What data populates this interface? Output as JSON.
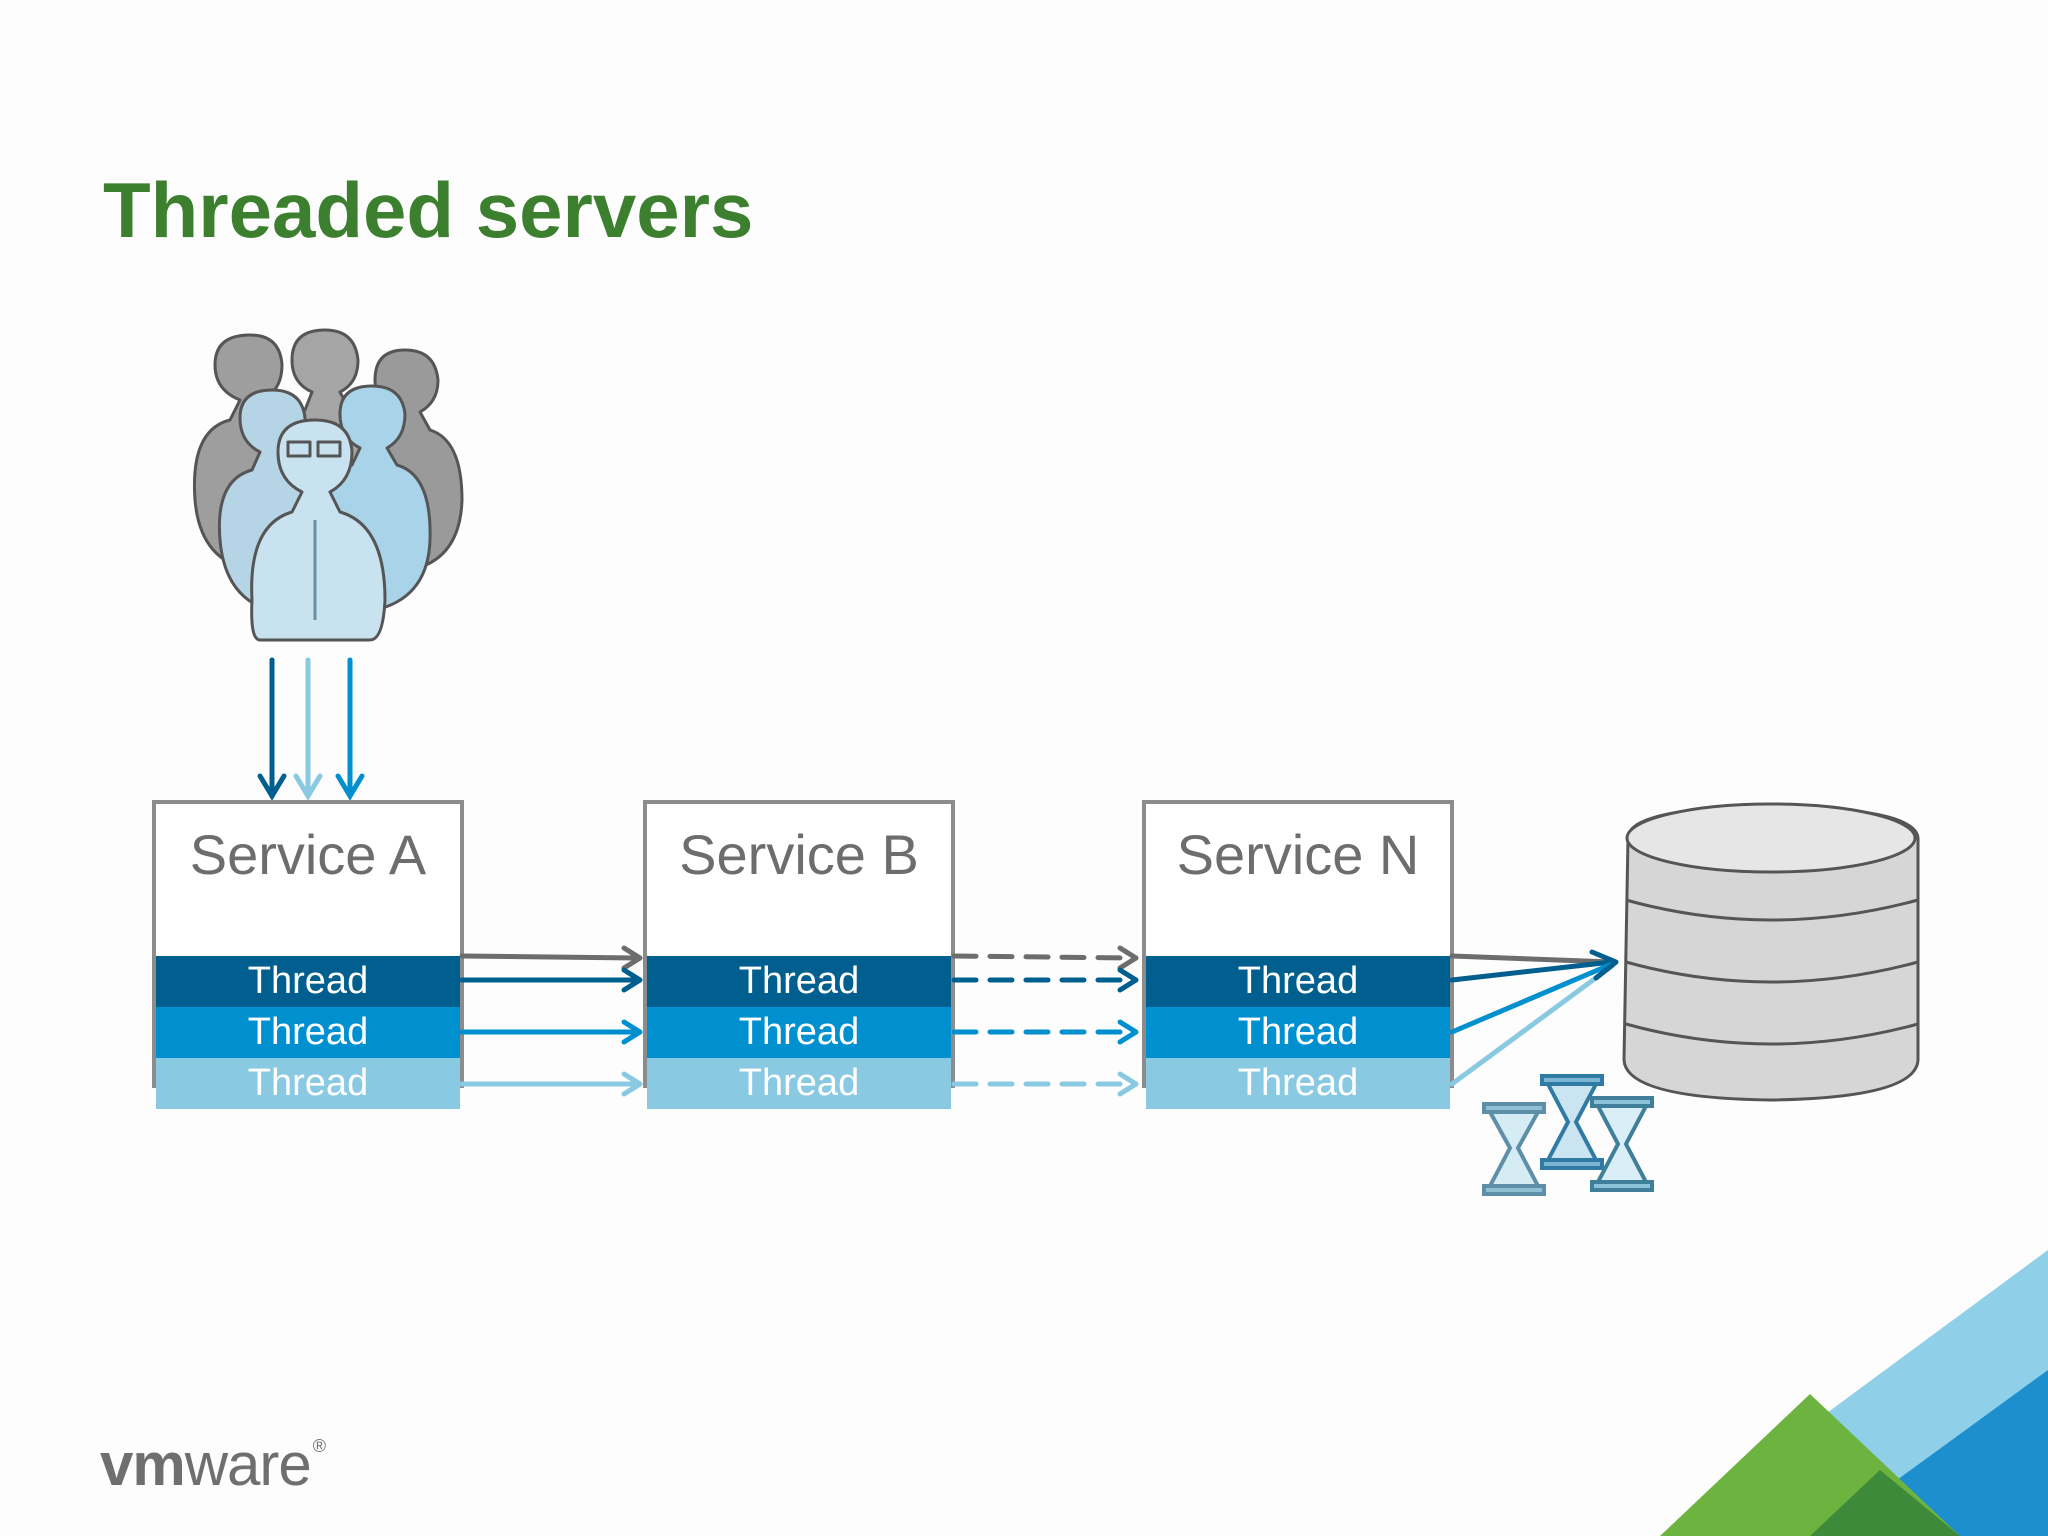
{
  "title": "Threaded servers",
  "services": [
    {
      "name": "Service A",
      "threads": [
        "Thread",
        "Thread",
        "Thread"
      ]
    },
    {
      "name": "Service B",
      "threads": [
        "Thread",
        "Thread",
        "Thread"
      ]
    },
    {
      "name": "Service N",
      "threads": [
        "Thread",
        "Thread",
        "Thread"
      ]
    }
  ],
  "logo": {
    "bold": "vm",
    "rest": "ware",
    "mark": "®"
  },
  "colors": {
    "title_green": "#3b7f2f",
    "thread_dark": "#005f8e",
    "thread_mid": "#0090cf",
    "thread_light": "#89c9e2",
    "box_border": "#8c8c8c",
    "corner_green": "#6db33f",
    "corner_blue": "#1d8fcf",
    "corner_lightblue": "#8fcfe8"
  },
  "icons": [
    "users-group-icon",
    "database-icon",
    "hourglass-icon"
  ]
}
